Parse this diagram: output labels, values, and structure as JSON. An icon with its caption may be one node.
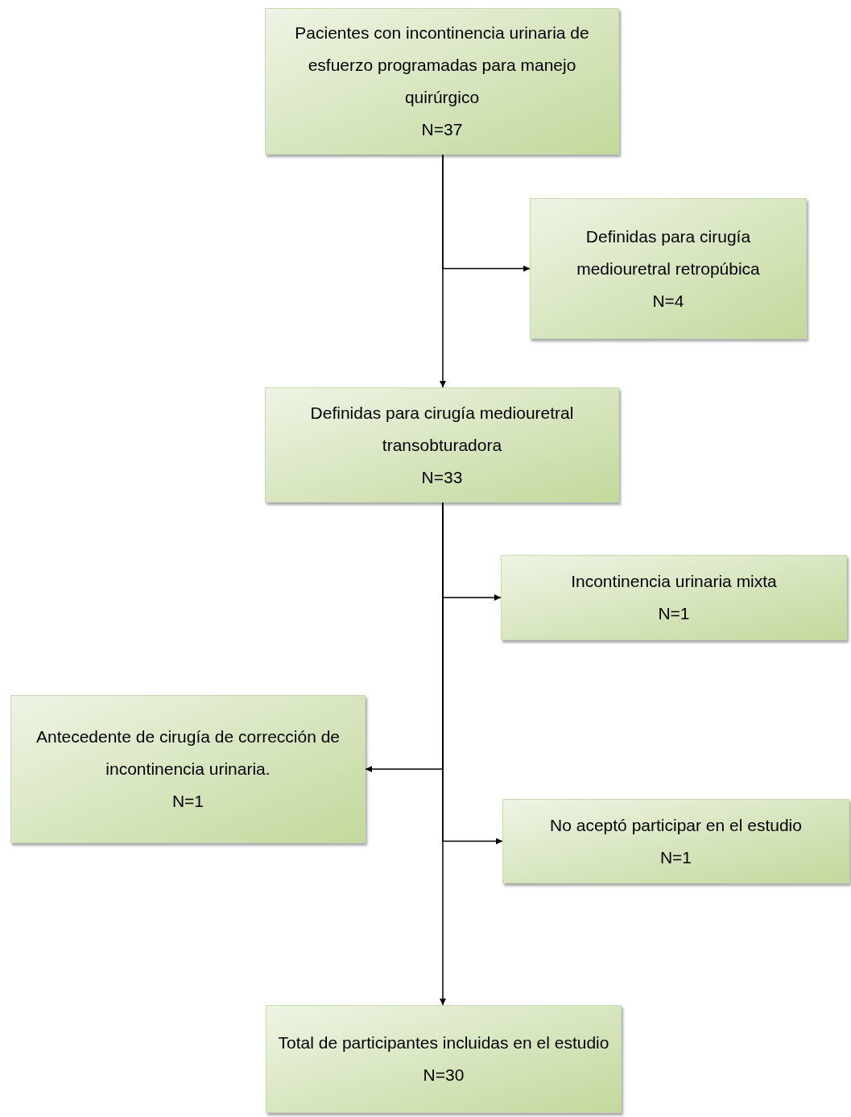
{
  "diagram": {
    "nodes": [
      {
        "text": [
          "Pacientes con incontinencia urinaria de esfuerzo programadas para manejo quirúrgico",
          "N=37"
        ]
      },
      {
        "text": [
          "Definidas para cirugía mediouretral retropúbica",
          "N=4"
        ]
      },
      {
        "text": [
          "Definidas para cirugía mediouretral transobturadora",
          "N=33"
        ]
      },
      {
        "text": [
          "Incontinencia urinaria mixta",
          "N=1"
        ]
      },
      {
        "text": [
          "Antecedente de cirugía de corrección de incontinencia urinaria.",
          "N=1"
        ]
      },
      {
        "text": [
          "No aceptó participar en el estudio",
          "N=1"
        ]
      },
      {
        "text": [
          "Total de participantes incluidas en el estudio",
          "N=30"
        ]
      }
    ],
    "edges": [
      {
        "from": 0,
        "to": 2,
        "arrow": "to"
      },
      {
        "from": 0,
        "to": 1,
        "arrow": "to"
      },
      {
        "from": 2,
        "to": 6,
        "arrow": "to"
      },
      {
        "from": 2,
        "to": 3,
        "arrow": "to"
      },
      {
        "from": 2,
        "to": 4,
        "arrow": "to"
      },
      {
        "from": 2,
        "to": 5,
        "arrow": "to"
      }
    ]
  }
}
